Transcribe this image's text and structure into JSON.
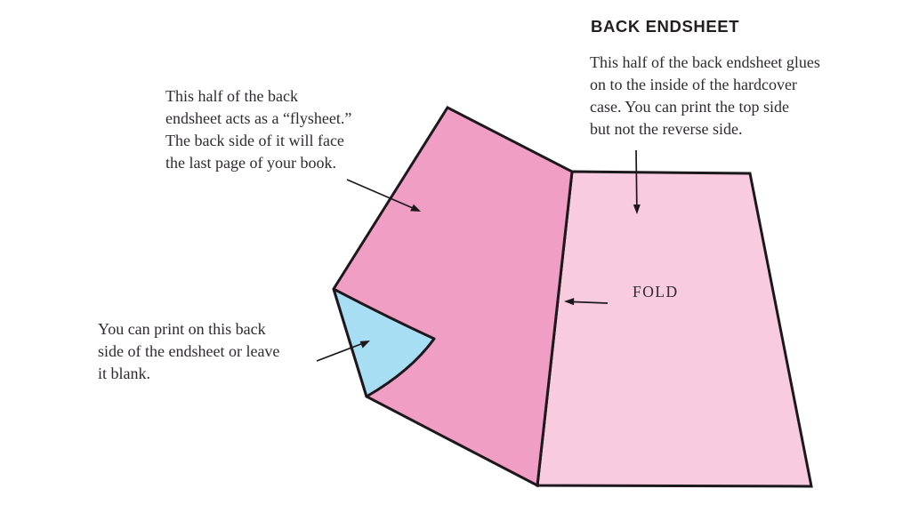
{
  "diagram": {
    "title": "BACK ENDSHEET",
    "fold_label": "FOLD",
    "labels": {
      "flysheet": {
        "lines": [
          "This half of the back",
          "endsheet acts as a “flysheet.”",
          "The back side of it will face",
          "the last page of your book."
        ]
      },
      "back_side": {
        "lines": [
          "You can print on this back",
          "side of the endsheet or leave",
          "it blank."
        ]
      },
      "glued": {
        "lines": [
          "This half of the back endsheet glues",
          "on to the inside of the hardcover",
          "case. You can print the top side",
          "but not the reverse side."
        ]
      }
    },
    "colors": {
      "flysheet_half_pink": "#f09ec3",
      "glued_half_pink": "#f9cbdf",
      "curl_back_blue": "#a8def4",
      "outline_black": "#1c181c",
      "arrow_black": "#1c181c",
      "heading_text": "#231f20",
      "body_text": "#2e2b2e"
    }
  }
}
